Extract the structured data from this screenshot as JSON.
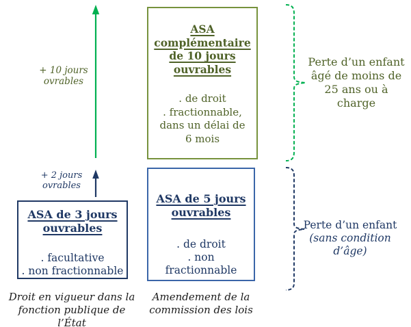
{
  "colors": {
    "bright_green": "#00B050",
    "olive_border": "#76923C",
    "olive_text": "#4F6228",
    "navy": "#1F3864",
    "medium_blue_border": "#3A65A8",
    "caption_black": "#1c1c1c"
  },
  "arrows": {
    "plus10_label": "+ 10 jours\novrables",
    "plus2_label": "+ 2 jours\novrables"
  },
  "boxes": {
    "asa10": {
      "title": "ASA\ncomplémentaire\nde 10 jours\nouvrables",
      "body": ". de droit\n. fractionnable,\ndans un délai de\n6 mois"
    },
    "asa3": {
      "title": "ASA de 3 jours\nouvrables",
      "body": ". facultative\n. non fractionnable"
    },
    "asa5": {
      "title": "ASA de 5 jours\nouvrables",
      "body": ". de droit\n. non\nfractionnable"
    }
  },
  "brace_labels": {
    "green": "Perte d’un enfant\nâgé de moins de\n25 ans ou à\ncharge",
    "blue_main": "Perte d’un enfant",
    "blue_note": "(sans condition\nd’âge)"
  },
  "captions": {
    "left": "Droit en vigueur dans la\nfonction publique de l’État",
    "middle": "Amendement de la\ncommission des lois"
  }
}
